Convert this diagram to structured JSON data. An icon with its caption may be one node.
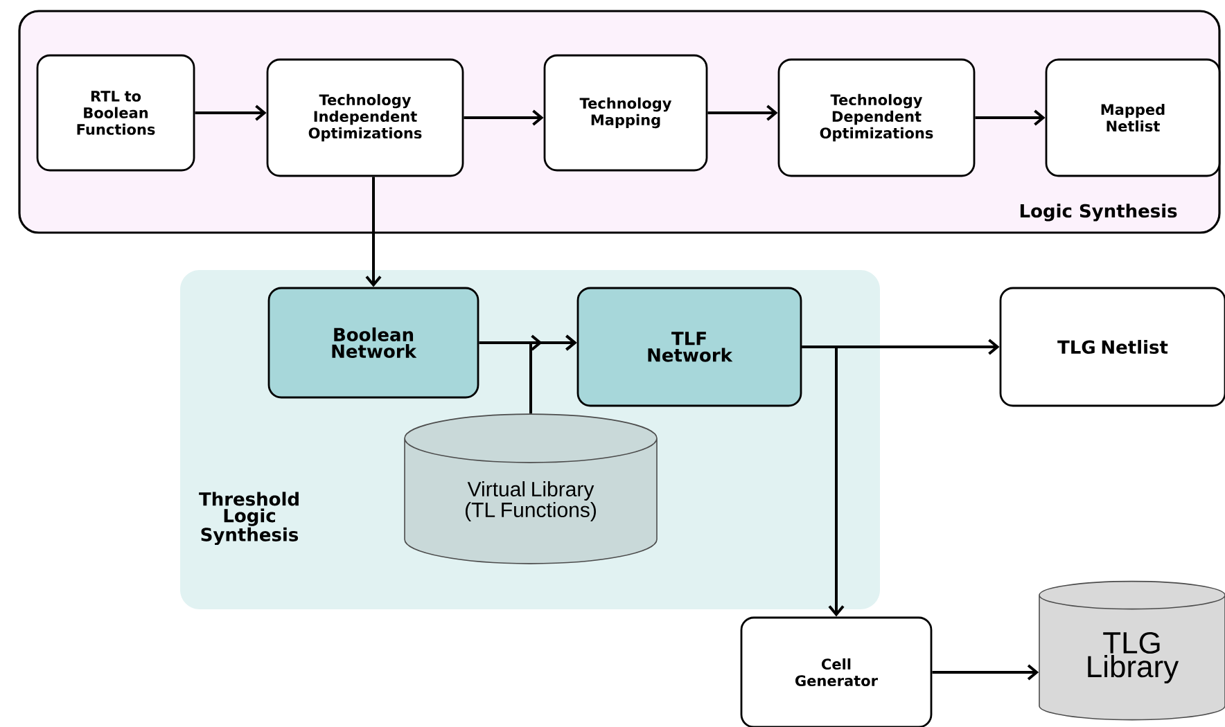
{
  "diagram": {
    "nodes": [
      {
        "text": [
          "Logic Synthesis"
        ]
      },
      {
        "text": [
          "RTL to Boolean Functions"
        ],
        "in": 0
      },
      {
        "text": [
          "Technology Independent Optimizations"
        ],
        "in": 0
      },
      {
        "text": [
          "Technology Mapping"
        ],
        "in": 0
      },
      {
        "text": [
          "Technology Dependent Optimizations"
        ],
        "in": 0
      },
      {
        "text": [
          "Mapped Netlist"
        ],
        "in": 0
      },
      {
        "text": [
          "Threshold Logic Synthesis"
        ]
      },
      {
        "text": [
          "Boolean Network"
        ],
        "in": 6
      },
      {
        "text": [
          "TLF Network"
        ],
        "in": 6
      },
      {
        "text": [
          "Virtual Library (TL Functions)"
        ],
        "in": 6
      },
      {
        "text": [
          "TLG Netlist"
        ]
      },
      {
        "text": [
          "Cell Generator"
        ]
      },
      {
        "text": [
          "TLG Library"
        ]
      }
    ],
    "edges": [
      {
        "from": 1,
        "to": 2,
        "arrow": "to"
      },
      {
        "from": 2,
        "to": 3,
        "arrow": "to"
      },
      {
        "from": 3,
        "to": 4,
        "arrow": "to"
      },
      {
        "from": 4,
        "to": 5,
        "arrow": "to"
      },
      {
        "from": 2,
        "to": 7,
        "arrow": "to"
      },
      {
        "from": 7,
        "to": 8,
        "arrow": "to"
      },
      {
        "from": 9,
        "to": 8,
        "arrow": "to"
      },
      {
        "from": 8,
        "to": 10,
        "arrow": "to"
      },
      {
        "from": 8,
        "to": 11,
        "arrow": "to"
      },
      {
        "from": 11,
        "to": 12,
        "arrow": "to"
      }
    ]
  }
}
